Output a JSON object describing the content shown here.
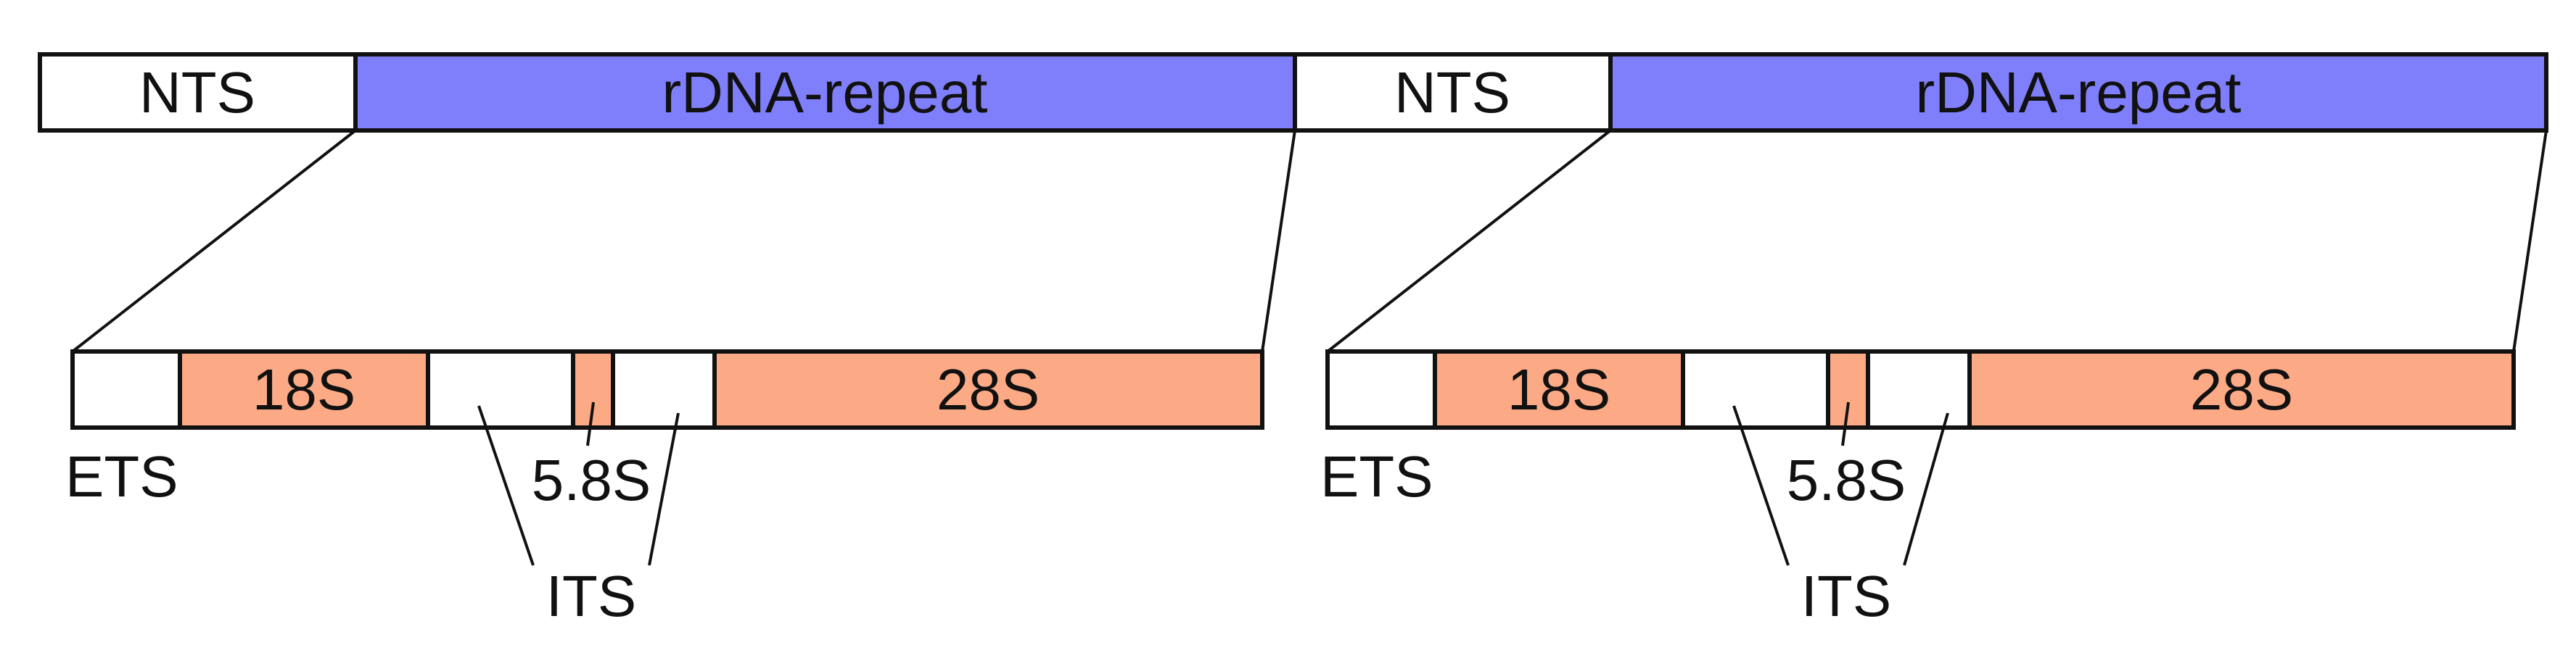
{
  "colors": {
    "rdna_repeat": "#7f7ffb",
    "rrna_gene": "#fcaa86",
    "spacer": "#ffffff",
    "outline": "#111111"
  },
  "units": [
    {
      "top_bar": {
        "nts_label": "NTS",
        "repeat_label": "rDNA-repeat"
      },
      "detail": {
        "gene_18s": "18S",
        "gene_58s": "5.8S",
        "gene_28s": "28S",
        "ets_label": "ETS",
        "its_label": "ITS"
      }
    },
    {
      "top_bar": {
        "nts_label": "NTS",
        "repeat_label": "rDNA-repeat"
      },
      "detail": {
        "gene_18s": "18S",
        "gene_58s": "5.8S",
        "gene_28s": "28S",
        "ets_label": "ETS",
        "its_label": "ITS"
      }
    }
  ]
}
